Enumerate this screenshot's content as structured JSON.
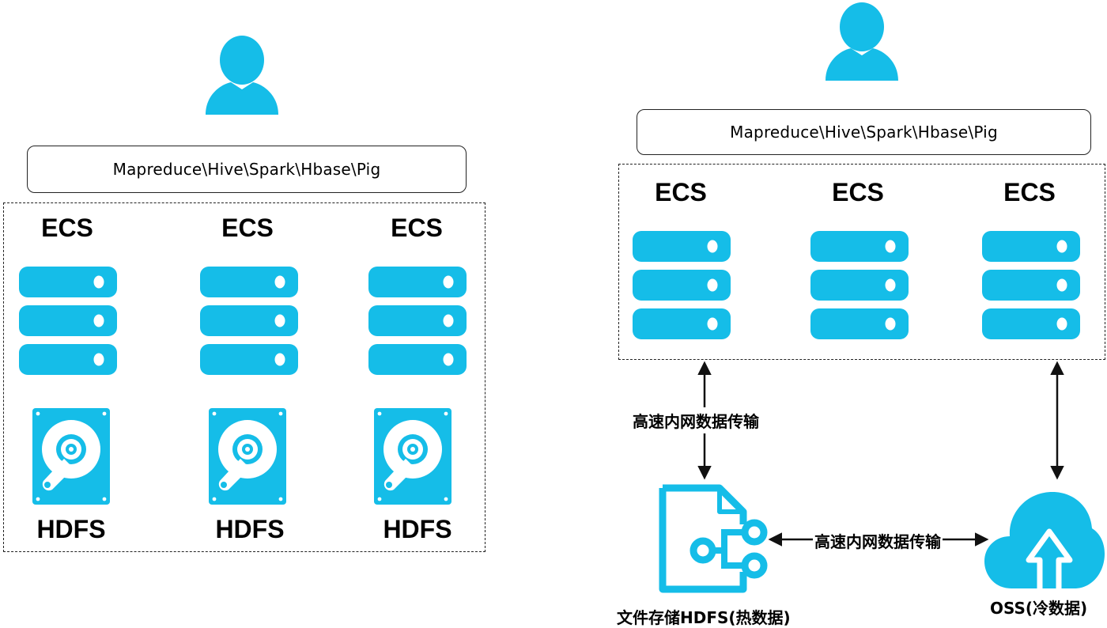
{
  "left_panel": {
    "frameworks_label": "Mapreduce\\Hive\\Spark\\Hbase\\Pig",
    "nodes": [
      {
        "ecs": "ECS",
        "storage": "HDFS"
      },
      {
        "ecs": "ECS",
        "storage": "HDFS"
      },
      {
        "ecs": "ECS",
        "storage": "HDFS"
      }
    ]
  },
  "right_panel": {
    "frameworks_label": "Mapreduce\\Hive\\Spark\\Hbase\\Pig",
    "nodes": [
      {
        "ecs": "ECS"
      },
      {
        "ecs": "ECS"
      },
      {
        "ecs": "ECS"
      }
    ],
    "link_vertical_label": "高速内网数据传输",
    "link_horizontal_label": "高速内网数据传输",
    "file_storage_label": "文件存储HDFS(热数据)",
    "oss_label": "OSS(冷数据)"
  },
  "colors": {
    "accent": "#15bde8",
    "stroke": "#222222"
  },
  "icons": [
    "user-icon",
    "server-icon",
    "hard-disk-icon",
    "file-share-icon",
    "cloud-upload-icon"
  ]
}
